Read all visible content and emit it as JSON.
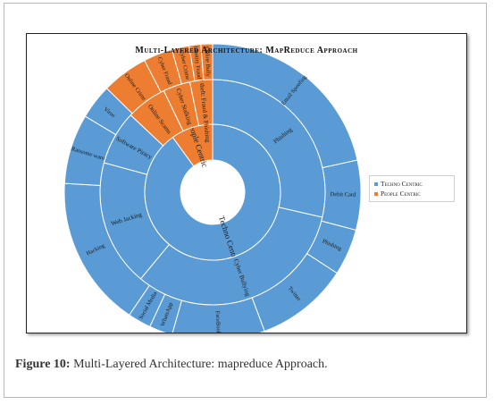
{
  "caption": {
    "label": "Figure 10:",
    "text": "Multi-Layered Architecture: mapreduce Approach."
  },
  "chart_data": {
    "type": "sunburst",
    "title": "Multi-Layered Architecture: MapReduce Approach",
    "legend": {
      "placement": "right",
      "entries": [
        {
          "name": "Techno Centric",
          "color": "#5b9bd5"
        },
        {
          "name": "People Centric",
          "color": "#ed7d31"
        }
      ]
    },
    "center_hole": true,
    "rings": [
      [
        {
          "label": "Techno Centric",
          "value": 90,
          "group": "Techno Centric"
        },
        {
          "label": "People Centric",
          "value": 10,
          "group": "People Centric"
        }
      ],
      [
        {
          "label": "Phishing",
          "value": 22,
          "group": "Techno Centric"
        },
        {
          "label": "Cyber Bullying",
          "value": 25,
          "group": "Techno Centric"
        },
        {
          "label": "Web Jacking",
          "value": 14,
          "group": "Techno Centric"
        },
        {
          "label": "Software Piracy",
          "value": 6,
          "group": "Techno Centric"
        },
        {
          "label": "Online Scams",
          "value": 4.5,
          "group": "People Centric"
        },
        {
          "label": "Cyber Stalking",
          "value": 3,
          "group": "People Centric"
        },
        {
          "label": "Identity theft: Fraud & Phishing",
          "value": 2.5,
          "group": "People Centric"
        }
      ],
      [
        {
          "label": "Email Spoofing",
          "value": 17,
          "group": "Techno Centric"
        },
        {
          "label": "Debit Card",
          "value": 6,
          "group": "Techno Centric"
        },
        {
          "label": "Phishing",
          "value": 4,
          "group": "Techno Centric"
        },
        {
          "label": "Twitter",
          "value": 8,
          "group": "Techno Centric"
        },
        {
          "label": "FaceBook",
          "value": 8,
          "group": "Techno Centric"
        },
        {
          "label": "WhatsApp",
          "value": 2,
          "group": "Techno Centric"
        },
        {
          "label": "Social Media",
          "value": 2,
          "group": "Techno Centric"
        },
        {
          "label": "Hacking",
          "value": 13,
          "group": "Techno Centric"
        },
        {
          "label": "Ransome ware",
          "value": 6,
          "group": "Techno Centric"
        },
        {
          "label": "Virus",
          "value": 3,
          "group": "Techno Centric"
        },
        {
          "label": "Online Crime",
          "value": 4,
          "group": "People Centric"
        },
        {
          "label": "Cyber Fraud",
          "value": 2.5,
          "group": "People Centric"
        },
        {
          "label": "Cyber Crime",
          "value": 1.5,
          "group": "People Centric"
        },
        {
          "label": "Identity Fraud",
          "value": 1,
          "group": "People Centric"
        },
        {
          "label": "Online Bully",
          "value": 1,
          "group": "People Centric"
        }
      ]
    ]
  }
}
